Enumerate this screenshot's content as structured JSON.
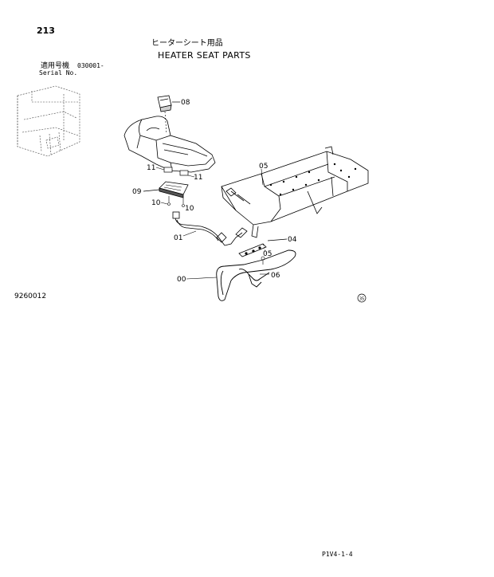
{
  "page_number": "213",
  "title_jp": "ヒーターシート用品",
  "title_en": "HEATER SEAT PARTS",
  "serial": {
    "label_jp": "適用号機",
    "value": "030001-",
    "label_en": "Serial No."
  },
  "figure_code": "9260012",
  "footer_code": "P1V4-1-4",
  "stamp_mark": "35",
  "callouts": {
    "c08": "08",
    "c11a": "11",
    "c11b": "11",
    "c09": "09",
    "c10a": "10",
    "c10b": "10",
    "c05a": "05",
    "c01": "01",
    "c04": "04",
    "c05b": "05",
    "c00": "00",
    "c06": "06"
  }
}
